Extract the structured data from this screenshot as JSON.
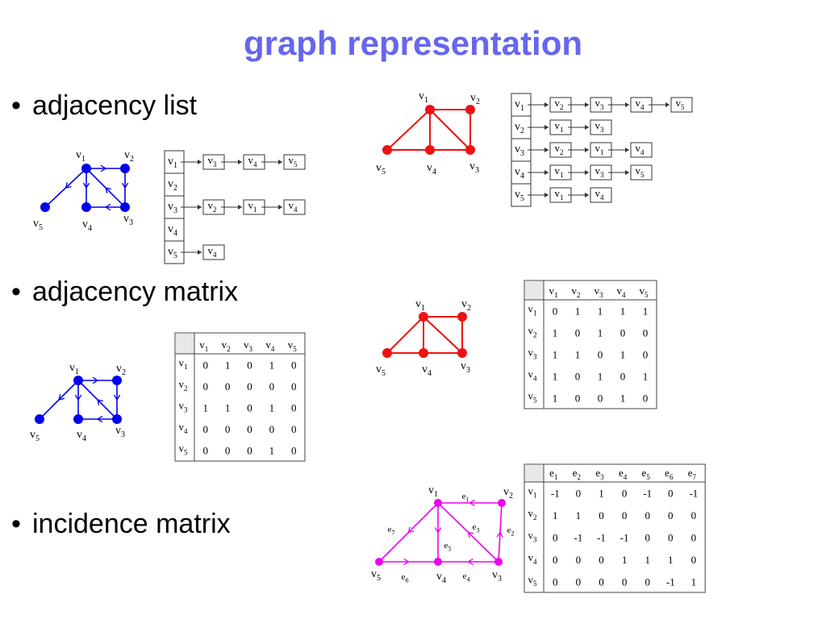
{
  "title": "graph representation",
  "bullets": [
    "adjacency list",
    "adjacency matrix",
    "incidence matrix"
  ],
  "colors": {
    "title": "#6666ee",
    "directed": "#0000ee",
    "undirected": "#ee1111",
    "incidence": "#ee00ee"
  },
  "vertex_labels": [
    "v1",
    "v2",
    "v3",
    "v4",
    "v5"
  ],
  "edge_labels": [
    "e1",
    "e2",
    "e3",
    "e4",
    "e5",
    "e6",
    "e7"
  ],
  "directed_adjacency_list": [
    {
      "head": "v1",
      "neighbors": [
        "v3",
        "v4",
        "v5"
      ]
    },
    {
      "head": "v2",
      "neighbors": []
    },
    {
      "head": "v3",
      "neighbors": [
        "v2",
        "v1",
        "v4"
      ]
    },
    {
      "head": "v4",
      "neighbors": []
    },
    {
      "head": "v5",
      "neighbors": [
        "v4"
      ]
    }
  ],
  "undirected_adjacency_list": [
    {
      "head": "v1",
      "neighbors": [
        "v2",
        "v3",
        "v4",
        "v5"
      ]
    },
    {
      "head": "v2",
      "neighbors": [
        "v1",
        "v3"
      ]
    },
    {
      "head": "v3",
      "neighbors": [
        "v2",
        "v1",
        "v4"
      ]
    },
    {
      "head": "v4",
      "neighbors": [
        "v1",
        "v3",
        "v5"
      ]
    },
    {
      "head": "v5",
      "neighbors": [
        "v1",
        "v4"
      ]
    }
  ],
  "directed_adjacency_matrix": {
    "columns": [
      "v1",
      "v2",
      "v3",
      "v4",
      "v5"
    ],
    "rows": [
      "v1",
      "v2",
      "v3",
      "v4",
      "v5"
    ],
    "values": [
      [
        "0",
        "1",
        "0",
        "1",
        "0"
      ],
      [
        "0",
        "0",
        "0",
        "0",
        "0"
      ],
      [
        "1",
        "1",
        "0",
        "1",
        "0"
      ],
      [
        "0",
        "0",
        "0",
        "0",
        "0"
      ],
      [
        "0",
        "0",
        "0",
        "1",
        "0"
      ]
    ]
  },
  "undirected_adjacency_matrix": {
    "columns": [
      "v1",
      "v2",
      "v3",
      "v4",
      "v5"
    ],
    "rows": [
      "v1",
      "v2",
      "v3",
      "v4",
      "v5"
    ],
    "values": [
      [
        "0",
        "1",
        "1",
        "1",
        "1"
      ],
      [
        "1",
        "0",
        "1",
        "0",
        "0"
      ],
      [
        "1",
        "1",
        "0",
        "1",
        "0"
      ],
      [
        "1",
        "0",
        "1",
        "0",
        "1"
      ],
      [
        "1",
        "0",
        "0",
        "1",
        "0"
      ]
    ]
  },
  "incidence_matrix": {
    "columns": [
      "e1",
      "e2",
      "e3",
      "e4",
      "e5",
      "e6",
      "e7"
    ],
    "rows": [
      "v1",
      "v2",
      "v3",
      "v4",
      "v5"
    ],
    "values": [
      [
        "-1",
        "0",
        "1",
        "0",
        "-1",
        "0",
        "-1"
      ],
      [
        "1",
        "1",
        "0",
        "0",
        "0",
        "0",
        "0"
      ],
      [
        "0",
        "-1",
        "-1",
        "-1",
        "0",
        "0",
        "0"
      ],
      [
        "0",
        "0",
        "0",
        "1",
        "1",
        "1",
        "0"
      ],
      [
        "0",
        "0",
        "0",
        "0",
        "0",
        "-1",
        "1"
      ]
    ]
  }
}
